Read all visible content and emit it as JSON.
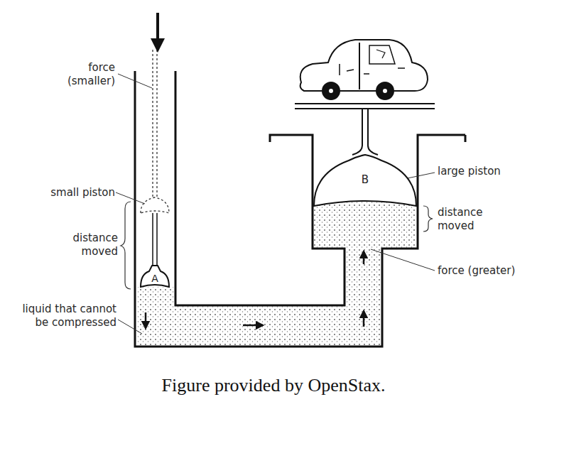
{
  "diagram": {
    "caption": "Figure provided by OpenStax.",
    "nodes": [
      {
        "text": [
          "A"
        ]
      },
      {
        "text": [
          "B"
        ]
      }
    ],
    "labels": [
      "force (smaller)",
      "small piston",
      "distance moved",
      "liquid that cannot be compressed",
      "large piston",
      "distance moved",
      "force (greater)"
    ]
  }
}
